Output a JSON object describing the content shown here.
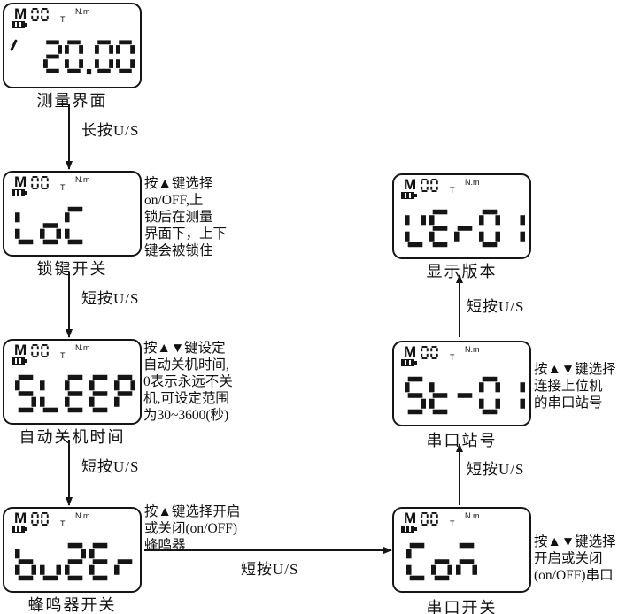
{
  "lcd_header": {
    "m": "M",
    "digits": "00",
    "t": "T",
    "unit": "N.m"
  },
  "panels": {
    "measure": {
      "value": "20.00",
      "caption": "测量界面"
    },
    "lock": {
      "value": "LoC",
      "caption": "锁键开关"
    },
    "sleep": {
      "value": "SLEEP",
      "caption": "自动关机时间"
    },
    "buzzer": {
      "value": "bu2Er",
      "caption": "蜂鸣器开关"
    },
    "serial_switch": {
      "value": "Coñ",
      "caption": "串口开关"
    },
    "serial_station": {
      "value": "St-01",
      "caption": "串口站号"
    },
    "version": {
      "value": "vEr01",
      "caption": "显示版本"
    }
  },
  "arrow_labels": {
    "long_press": "长按U/S",
    "short_press": "短按U/S"
  },
  "annotations": {
    "lock": "按▲键选择\non/OFF,上\n锁后在测量\n界面下，上下\n键会被锁住",
    "sleep": "按▲▼键设定\n自动关机时间,\n0表示永远不关\n机,可设定范围\n为30~3600(秒)",
    "buzzer": "按▲键选择开启\n或关闭(on/OFF)\n蜂鸣器",
    "serial_station": "按▲▼键选择\n连接上位机\n的串口站号",
    "serial_switch": "按▲▼键选择\n开启或关闭\n(on/OFF)串口"
  }
}
